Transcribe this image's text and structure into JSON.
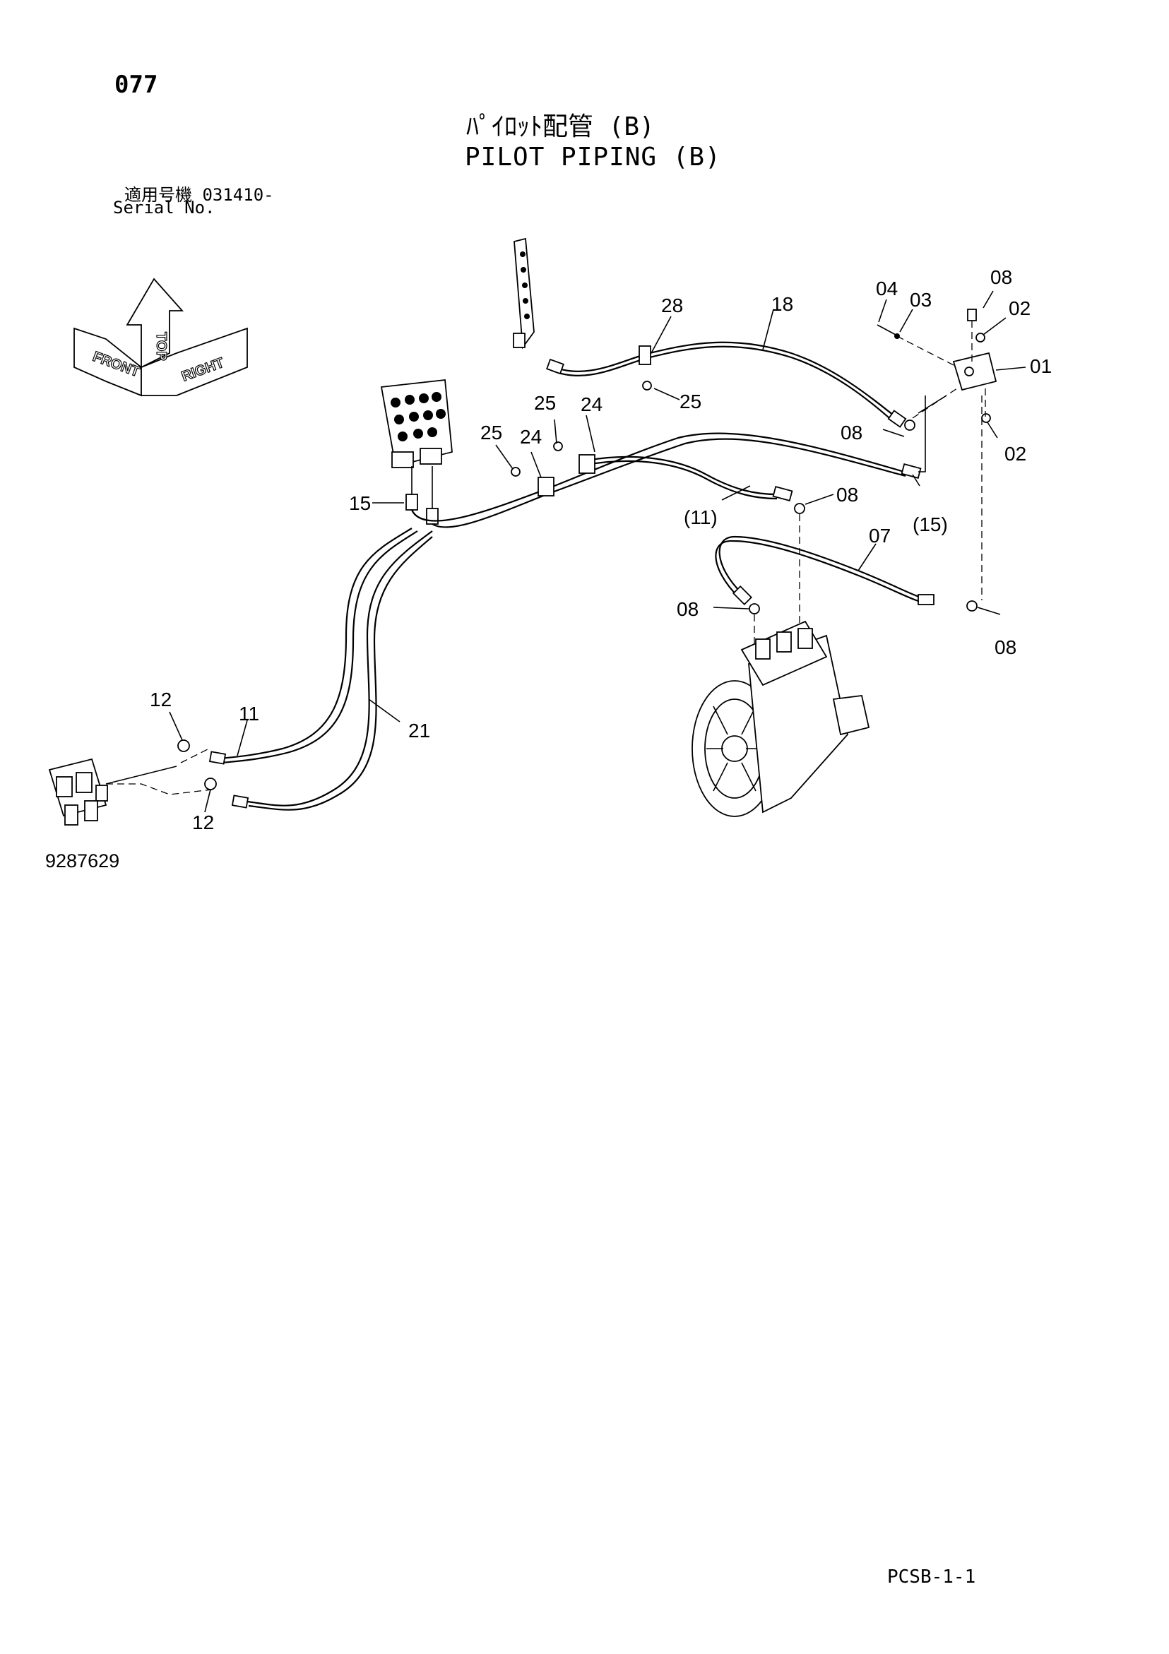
{
  "header": {
    "page_no": "077",
    "title_jp": "ﾊﾟｲﾛｯﾄ配管 (B)",
    "title_en": "PILOT PIPING (B)",
    "serial_jp": "適用号機  031410-",
    "serial_en": "Serial No."
  },
  "orientation": {
    "front": "FRONT",
    "top": "TOP",
    "right": "RIGHT"
  },
  "callouts": {
    "c01": "01",
    "c02a": "02",
    "c02b": "02",
    "c03": "03",
    "c04": "04",
    "c07": "07",
    "c08a": "08",
    "c08b": "08",
    "c08c": "08",
    "c08d": "08",
    "c08e": "08",
    "c11": "11",
    "c11p": "(11)",
    "c12a": "12",
    "c12b": "12",
    "c15": "15",
    "c15p": "(15)",
    "c18": "18",
    "c21": "21",
    "c24a": "24",
    "c24b": "24",
    "c25a": "25",
    "c25b": "25",
    "c25c": "25",
    "c28": "28"
  },
  "footer": {
    "drawing_no": "9287629",
    "code": "PCSB-1-1"
  }
}
